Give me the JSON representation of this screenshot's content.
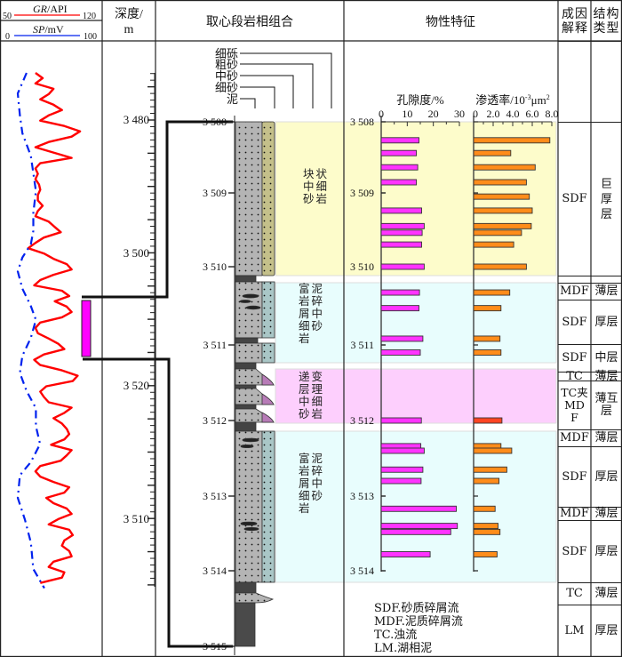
{
  "header": {
    "gr_label": "GR",
    "gr_unit": "/API",
    "gr_min": "50",
    "gr_max": "120",
    "sp_label": "SP",
    "sp_unit": "/mV",
    "sp_min": "0",
    "sp_max": "100",
    "depth_title_1": "深度/",
    "depth_title_2": "m",
    "core_title": "取心段岩相组合",
    "property_title": "物性特征",
    "genesis_title": "成因解释",
    "structure_title": "结构类型"
  },
  "depth_scale": {
    "labels": [
      "3 480",
      "3 500",
      "3 520",
      "3 510"
    ]
  },
  "grain_sizes": [
    "细砾",
    "粗砂",
    "中砂",
    "细砂",
    "泥"
  ],
  "core_depth_labels": [
    "3 508",
    "3 509",
    "3 510",
    "3 511",
    "3 512",
    "3 513",
    "3 514",
    "3 515"
  ],
  "property_depth_labels": [
    "3 508",
    "3 509",
    "3 510",
    "3 511",
    "3 512",
    "3 513",
    "3 514"
  ],
  "facies": [
    {
      "label": "块状中细砂岩",
      "color": "#fdfccb"
    },
    {
      "label": "富泥岩碎屑中细砂岩",
      "color": "#e8fdfd"
    },
    {
      "label": "递变层理中细砂岩",
      "color": "#fdcffd"
    },
    {
      "label": "富泥岩碎屑中细砂岩",
      "color": "#e8fdfd"
    }
  ],
  "porosity": {
    "title": "孔隙度/%",
    "ticks": [
      "0",
      "10",
      "20",
      "30"
    ],
    "color": "#ff33ff"
  },
  "permeability": {
    "title": "渗透率/10",
    "title_exp": "-3",
    "title_unit": "μm",
    "title_sup": "2",
    "ticks": [
      "0",
      "2.0",
      "4.0",
      "6.0",
      "8.0"
    ],
    "color": "#ff8c1a"
  },
  "interpretation_rows": [
    {
      "genesis": "",
      "structure": ""
    },
    {
      "genesis": "SDF",
      "structure": "巨厚层"
    },
    {
      "genesis": "",
      "structure": ""
    },
    {
      "genesis": "MDF",
      "structure": "薄层"
    },
    {
      "genesis": "SDF",
      "structure": "厚层"
    },
    {
      "genesis": "SDF",
      "structure": "中层"
    },
    {
      "genesis": "TC",
      "structure": "薄层"
    },
    {
      "genesis": "TC夹MDF",
      "structure": "薄互层"
    },
    {
      "genesis": "MDF",
      "structure": "薄层"
    },
    {
      "genesis": "SDF",
      "structure": "厚层"
    },
    {
      "genesis": "MDF",
      "structure": "薄层"
    },
    {
      "genesis": "SDF",
      "structure": "厚层"
    },
    {
      "genesis": "TC",
      "structure": "薄层"
    },
    {
      "genesis": "LM",
      "structure": "厚层"
    }
  ],
  "legend": [
    "SDF.砂质碎屑流",
    "MDF.泥质碎屑流",
    "TC.浊流",
    "LM.湖相泥"
  ],
  "chart_data": {
    "type": "bar",
    "porosity_range": [
      0,
      30
    ],
    "permeability_range": [
      0,
      8
    ],
    "porosity_bars": [
      {
        "depth": 3508.26,
        "value": 14.5
      },
      {
        "depth": 3508.44,
        "value": 13.5
      },
      {
        "depth": 3508.64,
        "value": 14.0
      },
      {
        "depth": 3508.85,
        "value": 13.5
      },
      {
        "depth": 3509.24,
        "value": 15.5
      },
      {
        "depth": 3509.45,
        "value": 16.5
      },
      {
        "depth": 3509.54,
        "value": 15.7
      },
      {
        "depth": 3509.7,
        "value": 15.5
      },
      {
        "depth": 3510.0,
        "value": 16.5
      },
      {
        "depth": 3510.33,
        "value": 14.7
      },
      {
        "depth": 3510.53,
        "value": 14.5
      },
      {
        "depth": 3510.92,
        "value": 16.0
      },
      {
        "depth": 3511.1,
        "value": 15.0
      },
      {
        "depth": 3512.0,
        "value": 15.4
      },
      {
        "depth": 3512.34,
        "value": 15.2
      },
      {
        "depth": 3512.4,
        "value": 16.5
      },
      {
        "depth": 3512.65,
        "value": 16.0
      },
      {
        "depth": 3512.8,
        "value": 15.3
      },
      {
        "depth": 3513.17,
        "value": 28.8
      },
      {
        "depth": 3513.4,
        "value": 29.2
      },
      {
        "depth": 3513.48,
        "value": 26.7
      },
      {
        "depth": 3513.78,
        "value": 18.8
      }
    ],
    "permeability_bars": [
      {
        "depth": 3508.26,
        "value": 7.8
      },
      {
        "depth": 3508.44,
        "value": 3.8
      },
      {
        "depth": 3508.64,
        "value": 6.3
      },
      {
        "depth": 3508.85,
        "value": 5.4
      },
      {
        "depth": 3509.05,
        "value": 5.7
      },
      {
        "depth": 3509.24,
        "value": 6.0
      },
      {
        "depth": 3509.45,
        "value": 5.9
      },
      {
        "depth": 3509.54,
        "value": 4.9
      },
      {
        "depth": 3509.7,
        "value": 4.1
      },
      {
        "depth": 3510.0,
        "value": 5.4
      },
      {
        "depth": 3510.33,
        "value": 3.7
      },
      {
        "depth": 3510.53,
        "value": 2.8
      },
      {
        "depth": 3510.92,
        "value": 2.7
      },
      {
        "depth": 3511.1,
        "value": 2.8
      },
      {
        "depth": 3512.0,
        "value": 2.9
      },
      {
        "depth": 3512.34,
        "value": 2.8
      },
      {
        "depth": 3512.4,
        "value": 3.9
      },
      {
        "depth": 3512.65,
        "value": 3.4
      },
      {
        "depth": 3512.8,
        "value": 2.6
      },
      {
        "depth": 3513.17,
        "value": 2.2
      },
      {
        "depth": 3513.4,
        "value": 2.5
      },
      {
        "depth": 3513.48,
        "value": 2.7
      },
      {
        "depth": 3513.78,
        "value": 2.4
      }
    ],
    "gr_curve": {
      "depth_start": 3472.9,
      "depth_step": 0.8,
      "color": "#ff0000",
      "values": [
        72,
        78,
        72,
        87,
        83,
        76,
        87,
        94,
        83,
        76,
        96,
        109,
        102,
        83,
        72,
        87,
        102,
        76,
        72,
        74,
        72,
        75,
        76,
        74,
        74,
        78,
        74,
        72,
        83,
        88,
        93,
        79,
        72,
        66,
        79,
        87,
        98,
        102,
        87,
        76,
        71,
        94,
        100,
        88,
        98,
        102,
        94,
        76,
        72,
        74,
        83,
        91,
        96,
        79,
        71,
        76,
        94,
        107,
        103,
        81,
        76,
        79,
        83,
        102,
        96,
        87,
        94,
        98,
        100,
        96,
        85,
        102,
        98,
        93,
        76,
        72,
        76,
        87,
        100,
        96,
        81,
        87,
        98,
        102,
        91,
        83,
        100,
        103,
        96,
        94,
        100,
        102,
        87,
        83,
        96,
        94,
        76
      ]
    },
    "sp_curve": {
      "color": "#0022ee",
      "points": [
        {
          "depth": 3472.9,
          "value": 21
        },
        {
          "depth": 3476,
          "value": 10.5
        },
        {
          "depth": 3479.3,
          "value": 13
        },
        {
          "depth": 3482,
          "value": 16
        },
        {
          "depth": 3485.4,
          "value": 26
        },
        {
          "depth": 3488,
          "value": 29
        },
        {
          "depth": 3490.7,
          "value": 32
        },
        {
          "depth": 3494,
          "value": 29
        },
        {
          "depth": 3496.7,
          "value": 29
        },
        {
          "depth": 3498.7,
          "value": 26
        },
        {
          "depth": 3500.7,
          "value": 16
        },
        {
          "depth": 3502.8,
          "value": 10.5
        },
        {
          "depth": 3505.4,
          "value": 16
        },
        {
          "depth": 3508,
          "value": 26
        },
        {
          "depth": 3510.1,
          "value": 32
        },
        {
          "depth": 3512.8,
          "value": 26
        },
        {
          "depth": 3515.5,
          "value": 16
        },
        {
          "depth": 3518.1,
          "value": 13
        },
        {
          "depth": 3520.8,
          "value": 21
        },
        {
          "depth": 3523.4,
          "value": 32
        },
        {
          "depth": 3526.1,
          "value": 32
        },
        {
          "depth": 3528.8,
          "value": 37
        },
        {
          "depth": 3531.5,
          "value": 26
        },
        {
          "depth": 3533.5,
          "value": 13
        },
        {
          "depth": 3536.9,
          "value": 10.5
        },
        {
          "depth": 3540.2,
          "value": 19
        },
        {
          "depth": 3543.6,
          "value": 26
        },
        {
          "depth": 3547.6,
          "value": 29
        },
        {
          "depth": 3550.5,
          "value": 42
        }
      ]
    }
  }
}
